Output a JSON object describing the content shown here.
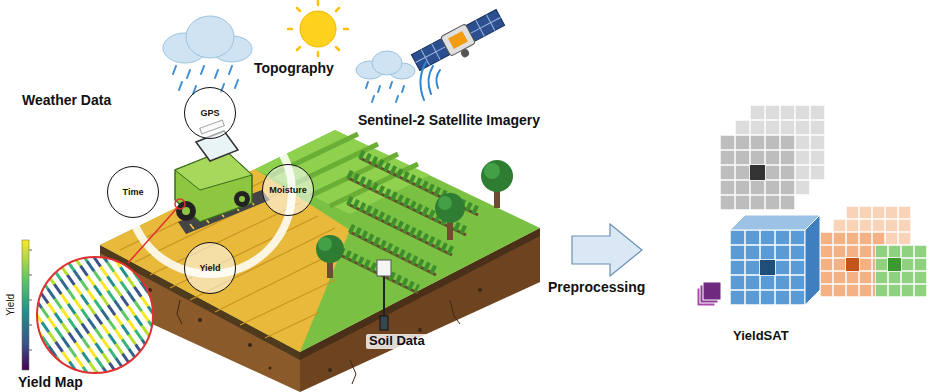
{
  "diagram": {
    "nodes": [
      {
        "text": [
          "GPS"
        ]
      },
      {
        "text": [
          "Time"
        ]
      },
      {
        "text": [
          "Moisture"
        ]
      },
      {
        "text": [
          "Yield"
        ]
      }
    ],
    "labels": [
      "Weather Data",
      "Topography",
      "Sentinel-2 Satellite Imagery",
      "Yield",
      "Preprocessing",
      "YieldSAT",
      "Soil Data",
      "Yield Map"
    ]
  }
}
